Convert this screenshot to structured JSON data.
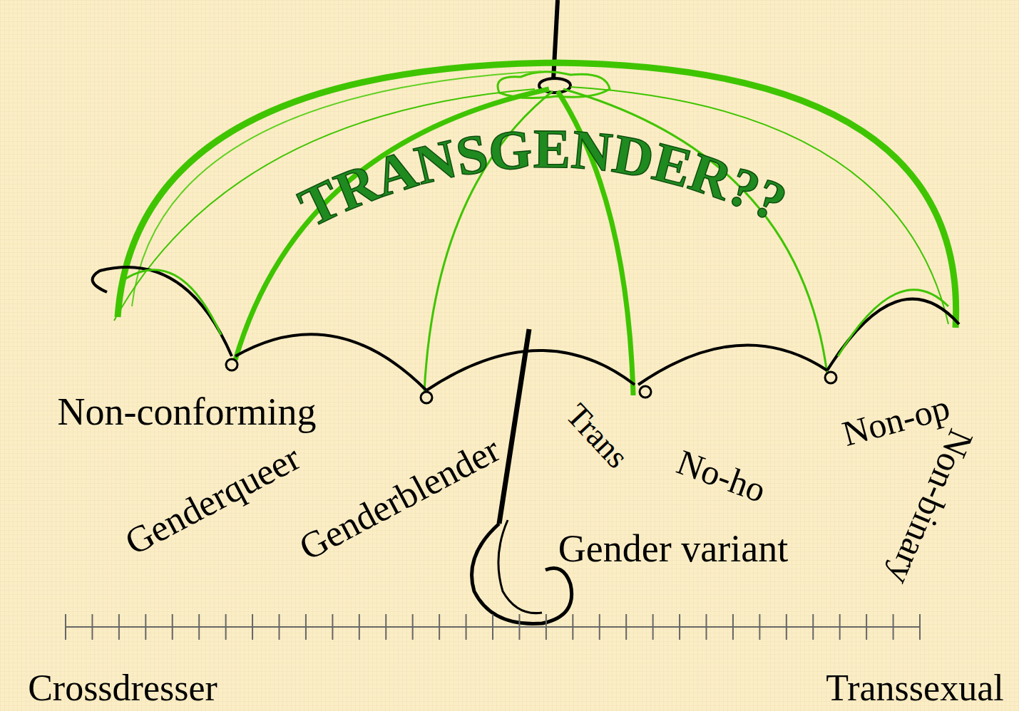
{
  "diagram": {
    "title": "TRANSGENDER??",
    "labels": [
      "Non-conforming",
      "Genderqueer",
      "Genderblender",
      "Trans",
      "No-ho",
      "Non-op",
      "Non-binary",
      "Gender variant",
      "Crossdresser",
      "Transsexual"
    ]
  }
}
